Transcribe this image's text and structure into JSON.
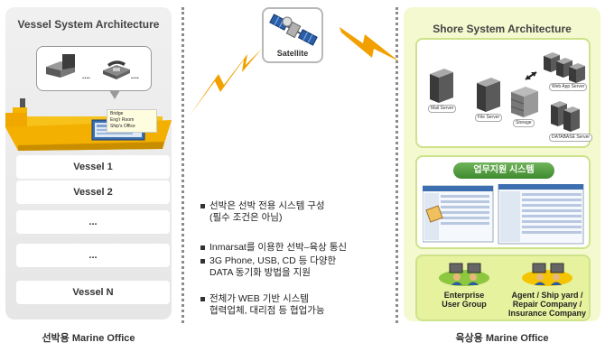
{
  "vessel": {
    "title": "Vessel System Architecture",
    "equipment_dots": [
      "....",
      "...."
    ],
    "ship_modules": [
      "Bridge",
      "Eng'r Room",
      "Ship's Office"
    ],
    "vessels": [
      "Vessel 1",
      "Vessel 2",
      "...",
      "...",
      "Vessel N"
    ],
    "office_label": "선박용 Marine Office"
  },
  "satellite": {
    "label": "Satellite"
  },
  "bullets": [
    {
      "lines": [
        "선박은 선박 전용 시스템 구성",
        "(필수 조건은 아님)"
      ]
    },
    {
      "lines": [
        "Inmarsat를 이용한 선박–육상 통신"
      ]
    },
    {
      "lines": [
        "3G Phone, USB, CD 등 다양한",
        "DATA 동기화 방법을 지원"
      ]
    },
    {
      "lines": [
        "전체가 WEB 기반 시스템",
        "협력업체, 대리점 등 협업가능"
      ]
    }
  ],
  "shore": {
    "title": "Shore System Architecture",
    "servers": {
      "mail": "Mail Server",
      "file": "File Server",
      "storage": "Storage",
      "webapp": "Web App Server",
      "database": "DATABASE Server"
    },
    "business_system": "업무지원 시스템",
    "groups": {
      "enterprise": [
        "Enterprise",
        "User Group"
      ],
      "partners": [
        "Agent / Ship yard /",
        "Repair Company /",
        "Insurance Company"
      ]
    },
    "office_label": "육상용 Marine Office"
  },
  "colors": {
    "vessel_panel": "#eaeaea",
    "shore_panel": "#f4f9cf",
    "lightning": "#f2a000",
    "business_pill": "#4f9a3d",
    "ship_hull": "#f5b400"
  }
}
